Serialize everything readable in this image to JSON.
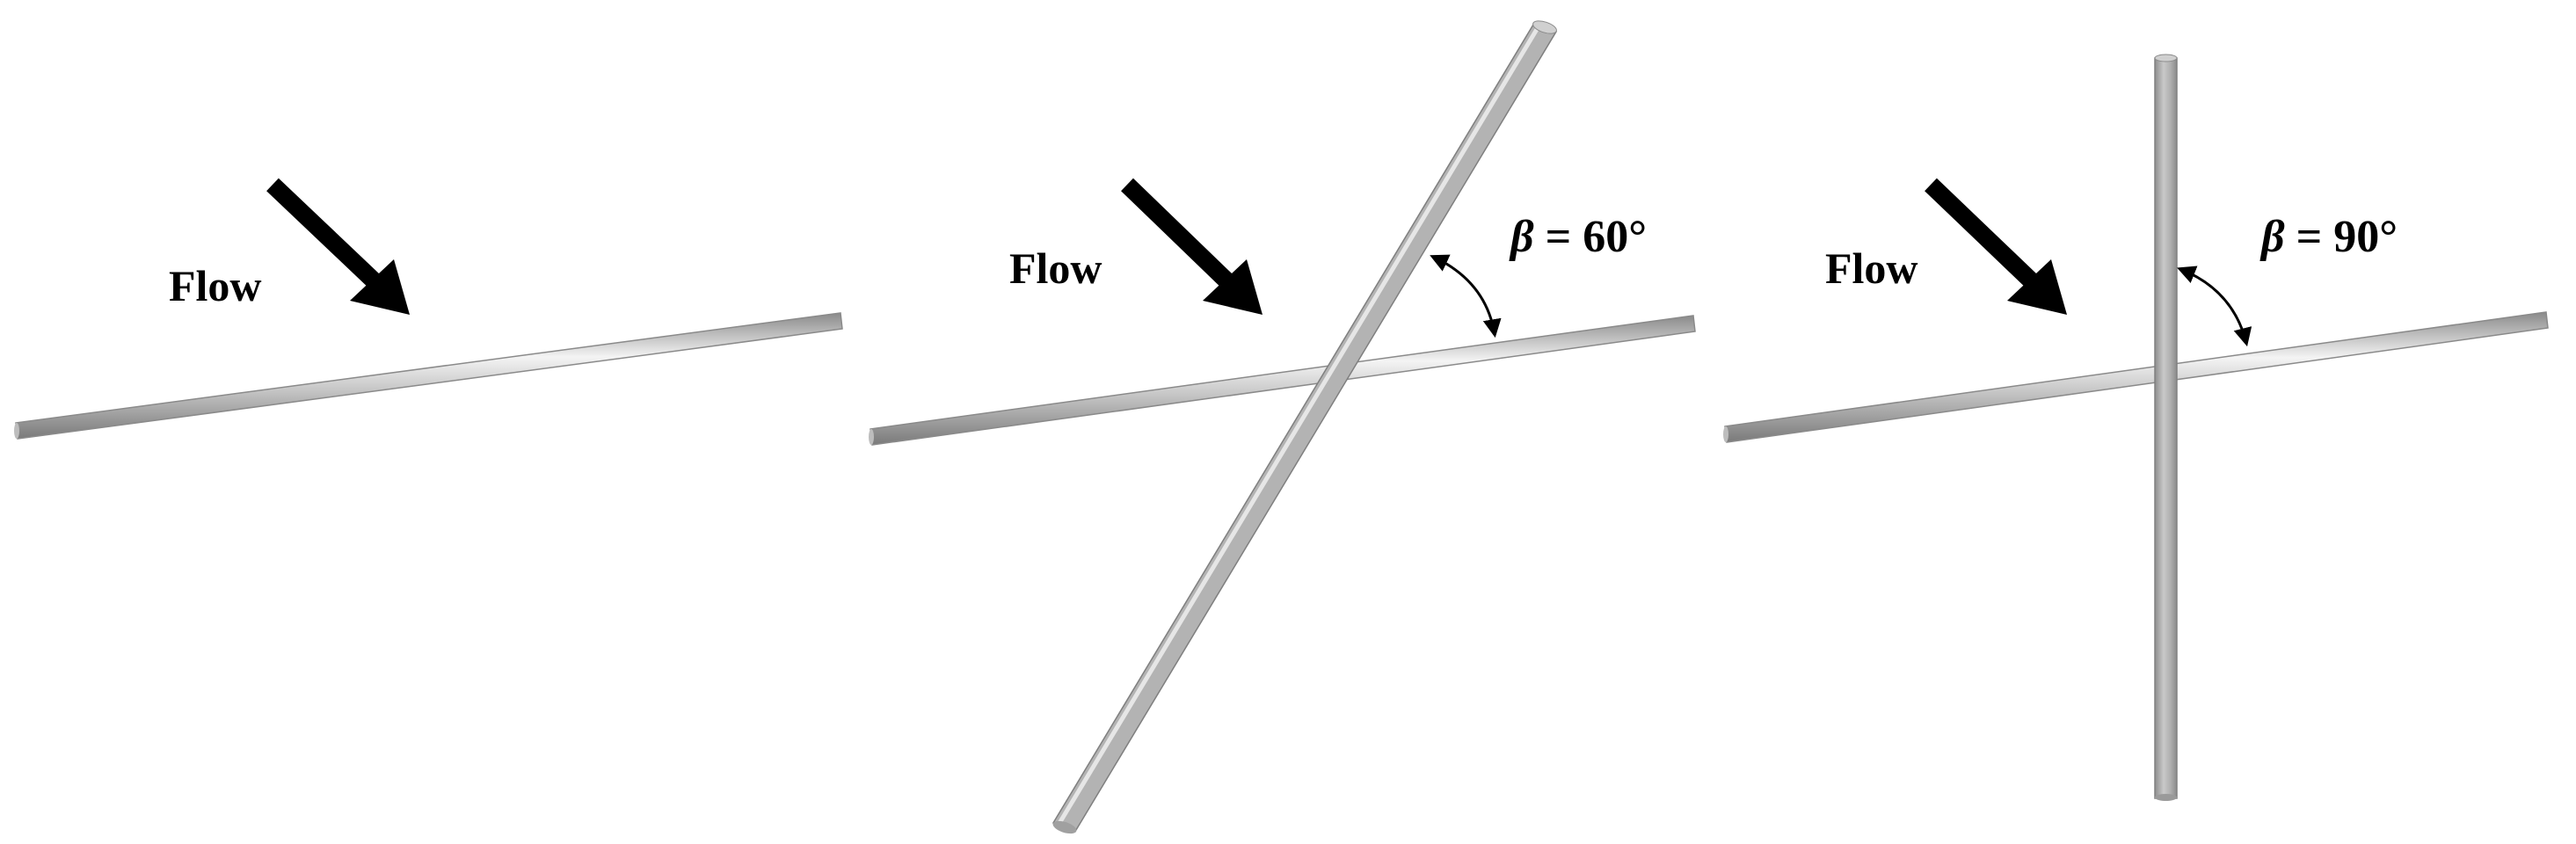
{
  "panels": [
    {
      "flow_label": "Flow",
      "angle": null
    },
    {
      "flow_label": "Flow",
      "angle": {
        "symbol": "β",
        "text": " = 60°"
      }
    },
    {
      "flow_label": "Flow",
      "angle": {
        "symbol": "β",
        "text": " = 90°"
      }
    }
  ],
  "colors": {
    "background": "#ffffff",
    "cylinder_light": "#f2f2f2",
    "cylinder_mid": "#b7b7b7",
    "cylinder_dark": "#7a7a7a",
    "arrow": "#000000",
    "text": "#000000"
  }
}
